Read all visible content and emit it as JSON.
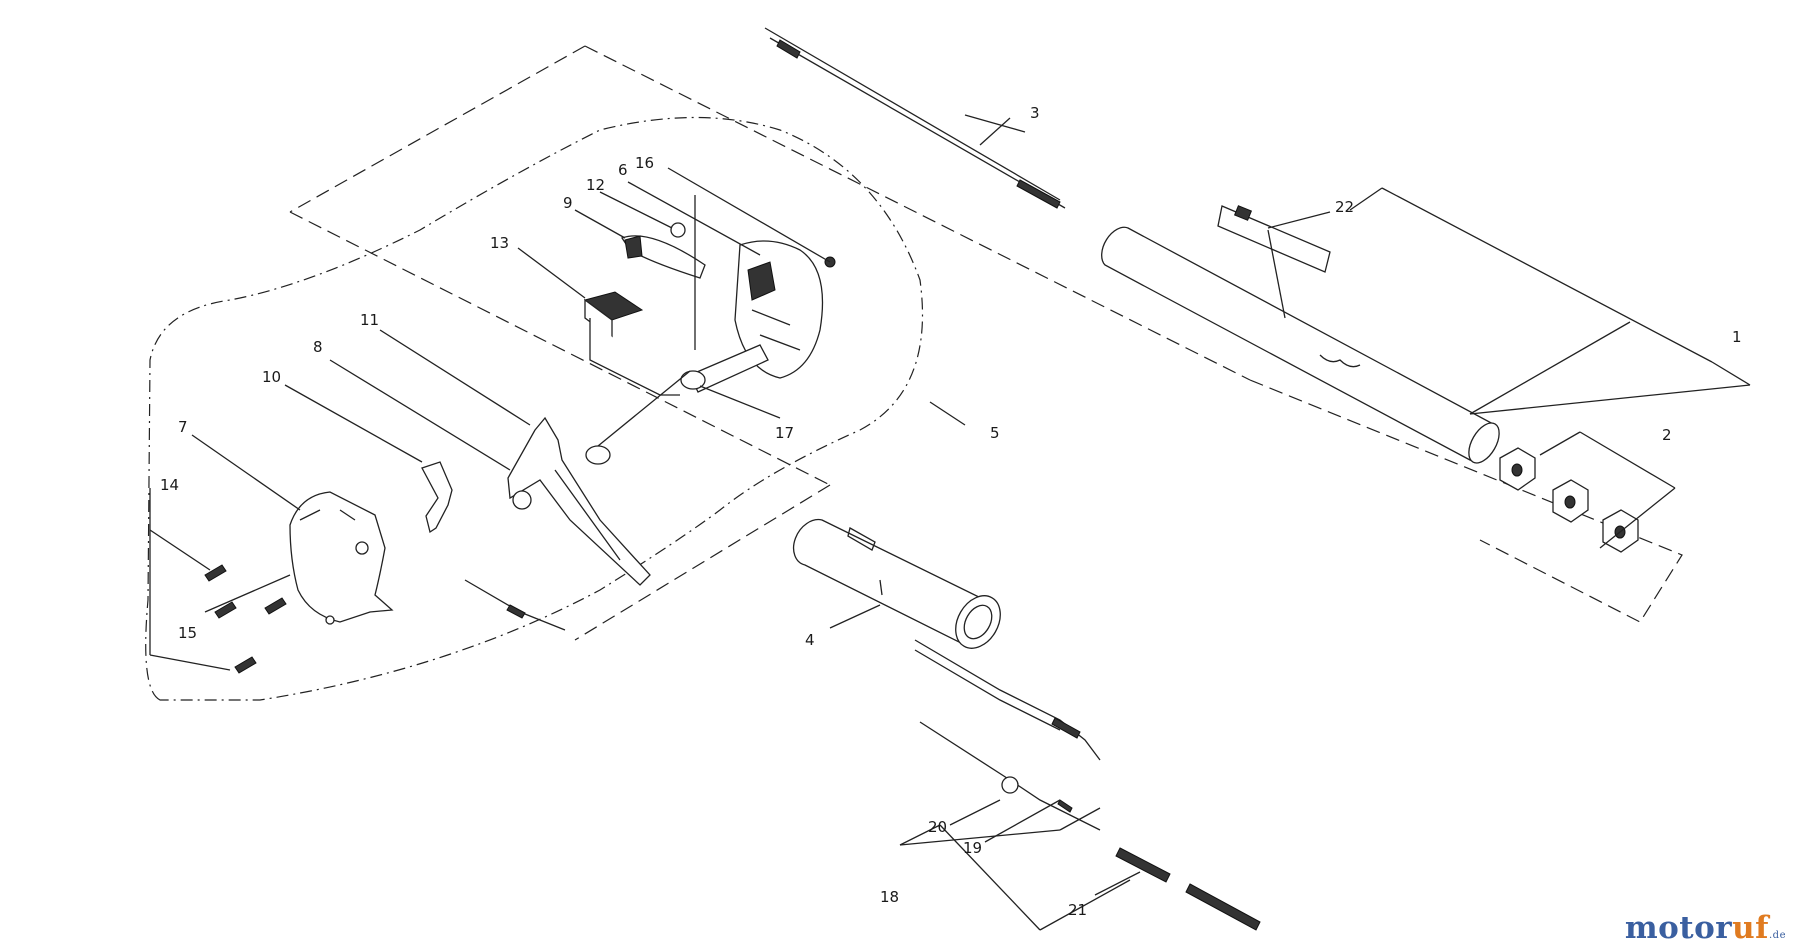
{
  "diagram": {
    "part_labels": [
      "1",
      "2",
      "3",
      "4",
      "5",
      "6",
      "7",
      "8",
      "9",
      "10",
      "11",
      "12",
      "13",
      "14",
      "15",
      "16",
      "17",
      "18",
      "19",
      "20",
      "21",
      "22"
    ]
  },
  "watermark": {
    "text_main": "motor",
    "text_accent": "uf",
    "text_suffix": ".de"
  }
}
